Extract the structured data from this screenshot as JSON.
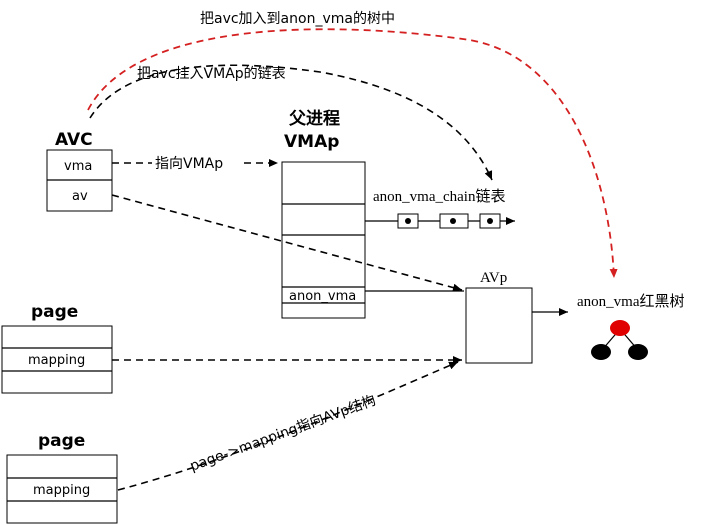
{
  "labels": {
    "add_avc_to_tree": "把avc加入到anon_vma的树中",
    "hook_avc_to_chain": "把avc挂入VMAp的链表",
    "avc_title": "AVC",
    "avc_field_vma": "vma",
    "avc_field_av": "av",
    "points_to_vmap": "指向VMAp",
    "parent_process_line1": "父进程",
    "parent_process_line2": "VMAp",
    "anon_vma_field": "anon_vma",
    "anon_vma_chain_list": "anon_vma_chain链表",
    "avp_title": "AVp",
    "rbtree_title": "anon_vma红黑树",
    "page1_title": "page",
    "page1_field_mapping": "mapping",
    "page2_title": "page",
    "page2_field_mapping": "mapping",
    "page_mapping_points_avp": "page->mapping指向AVp结构"
  },
  "colors": {
    "red_arrow": "#d42020",
    "rb_root": "#e00000",
    "rb_leaf": "#000000"
  }
}
